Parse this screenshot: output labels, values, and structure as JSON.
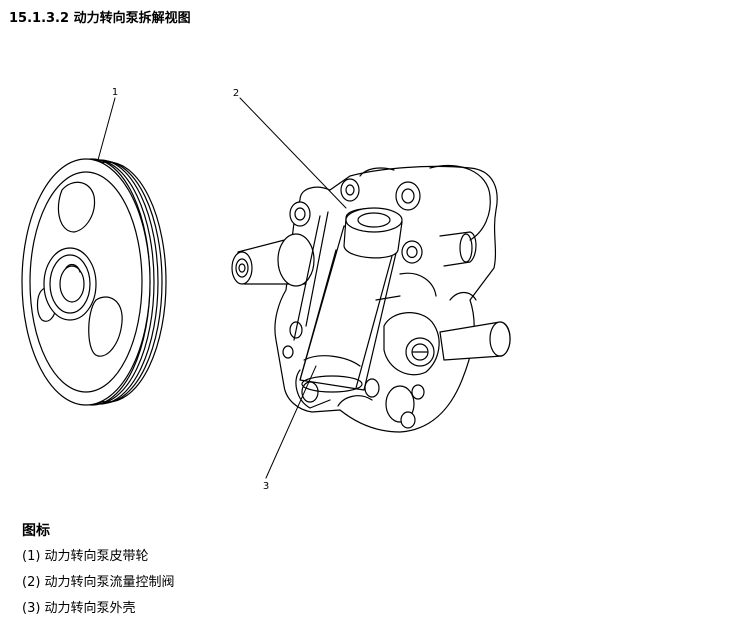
{
  "document": {
    "title": "15.1.3.2 动力转向泵拆解视图"
  },
  "figure": {
    "callouts": [
      "1",
      "2",
      "3"
    ]
  },
  "legend": {
    "title": "图标",
    "items": [
      "(1) 动力转向泵皮带轮",
      "(2) 动力转向泵流量控制阀",
      "(3) 动力转向泵外壳"
    ]
  }
}
